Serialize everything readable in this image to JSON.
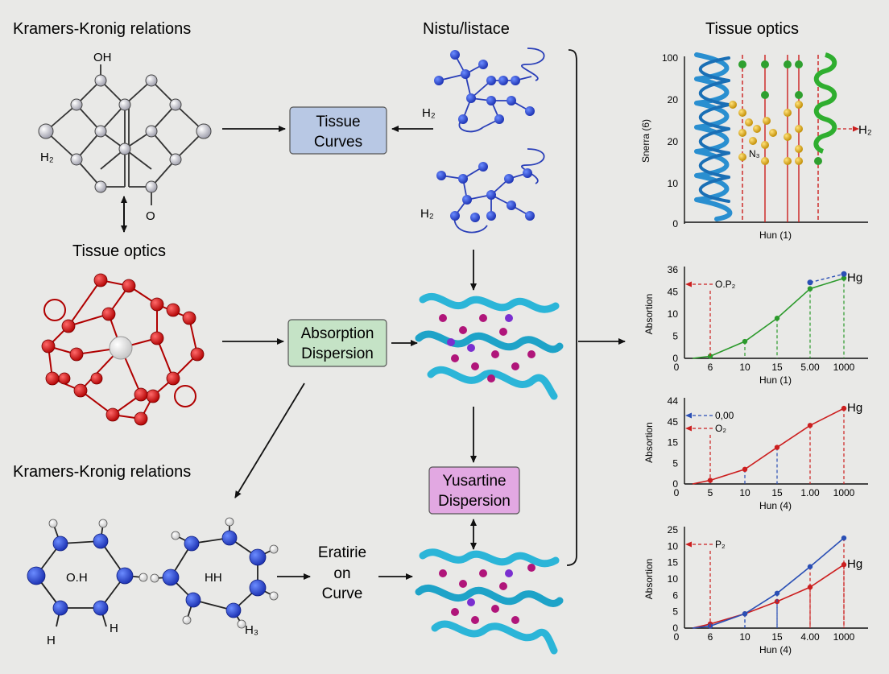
{
  "headings": {
    "left_top": "Kramers-Kronig relations",
    "center_top": "Nistu/listace",
    "right_top": "Tissue optics",
    "left_middle": "Tissue optics",
    "left_bottom": "Kramers-Kronig relations"
  },
  "molecule_labels": {
    "oh": "OH",
    "h2_left": "H₂",
    "o_bottom": "O",
    "h2_center_a": "H₂",
    "h2_center_b": "H₂",
    "bottom_oh": "O.H",
    "bottom_hh": "HH",
    "bottom_h_left": "H",
    "bottom_h_mid": "H",
    "bottom_h3": "H₃"
  },
  "boxes": {
    "tissue_curves": [
      "Tissue",
      "Curves"
    ],
    "absorption_dispersion": [
      "Absorption",
      "Dispersion"
    ],
    "yusartine_dispersion": [
      "Yusartine",
      "Dispersion"
    ]
  },
  "eratirie_label": [
    "Eratirie",
    "on",
    "Curve"
  ],
  "colors": {
    "box_blue": "#b8c8e4",
    "box_green": "#c5e3c6",
    "box_pink": "#e2a8e2",
    "red": "#cc1f1f",
    "green": "#2c9a2c",
    "blue": "#2a4fb5"
  },
  "chart_data": [
    {
      "type": "line",
      "ylabel": "Snerra (6)",
      "xlabel": "Hun (1)",
      "yticks": [
        "100",
        "20",
        "20",
        "10",
        "0"
      ],
      "annotations": [
        "N₃",
        "H₂"
      ]
    },
    {
      "type": "line",
      "ylabel": "Absortion",
      "xlabel": "Hun (1)",
      "xticks": [
        "0",
        "6",
        "10",
        "15",
        "5.00",
        "1000"
      ],
      "yticks": [
        "36",
        "45",
        "10",
        "5",
        "0"
      ],
      "series": [
        {
          "name": "Hɡ",
          "values": [
            0,
            1,
            8,
            19,
            33,
            38
          ]
        }
      ],
      "blue_end": [
        36,
        40
      ],
      "annotations": [
        "O.P₂"
      ]
    },
    {
      "type": "line",
      "ylabel": "Absortion",
      "xlabel": "Hun (4)",
      "xticks": [
        "0",
        "5",
        "10",
        "15",
        "1.00",
        "1000"
      ],
      "yticks": [
        "44",
        "45",
        "15",
        "5",
        "0"
      ],
      "series": [
        {
          "name": "Hɡ",
          "values": [
            0,
            1.5,
            6,
            15,
            24,
            31
          ]
        }
      ],
      "annotations": [
        "0,00",
        "O₂"
      ]
    },
    {
      "type": "line",
      "ylabel": "Absortion",
      "xlabel": "Hun (4)",
      "xticks": [
        "0",
        "6",
        "10",
        "15",
        "4.00",
        "1000"
      ],
      "yticks": [
        "25",
        "10",
        "15",
        "10",
        "6",
        "5",
        "0"
      ],
      "series": [
        {
          "name": "Hɡ",
          "values": [
            0,
            1,
            3.5,
            6.5,
            10,
            15.5
          ]
        },
        {
          "name": "",
          "values": [
            0,
            0.5,
            3.5,
            8.5,
            15,
            22
          ]
        }
      ],
      "annotations": [
        "P₂"
      ]
    }
  ]
}
